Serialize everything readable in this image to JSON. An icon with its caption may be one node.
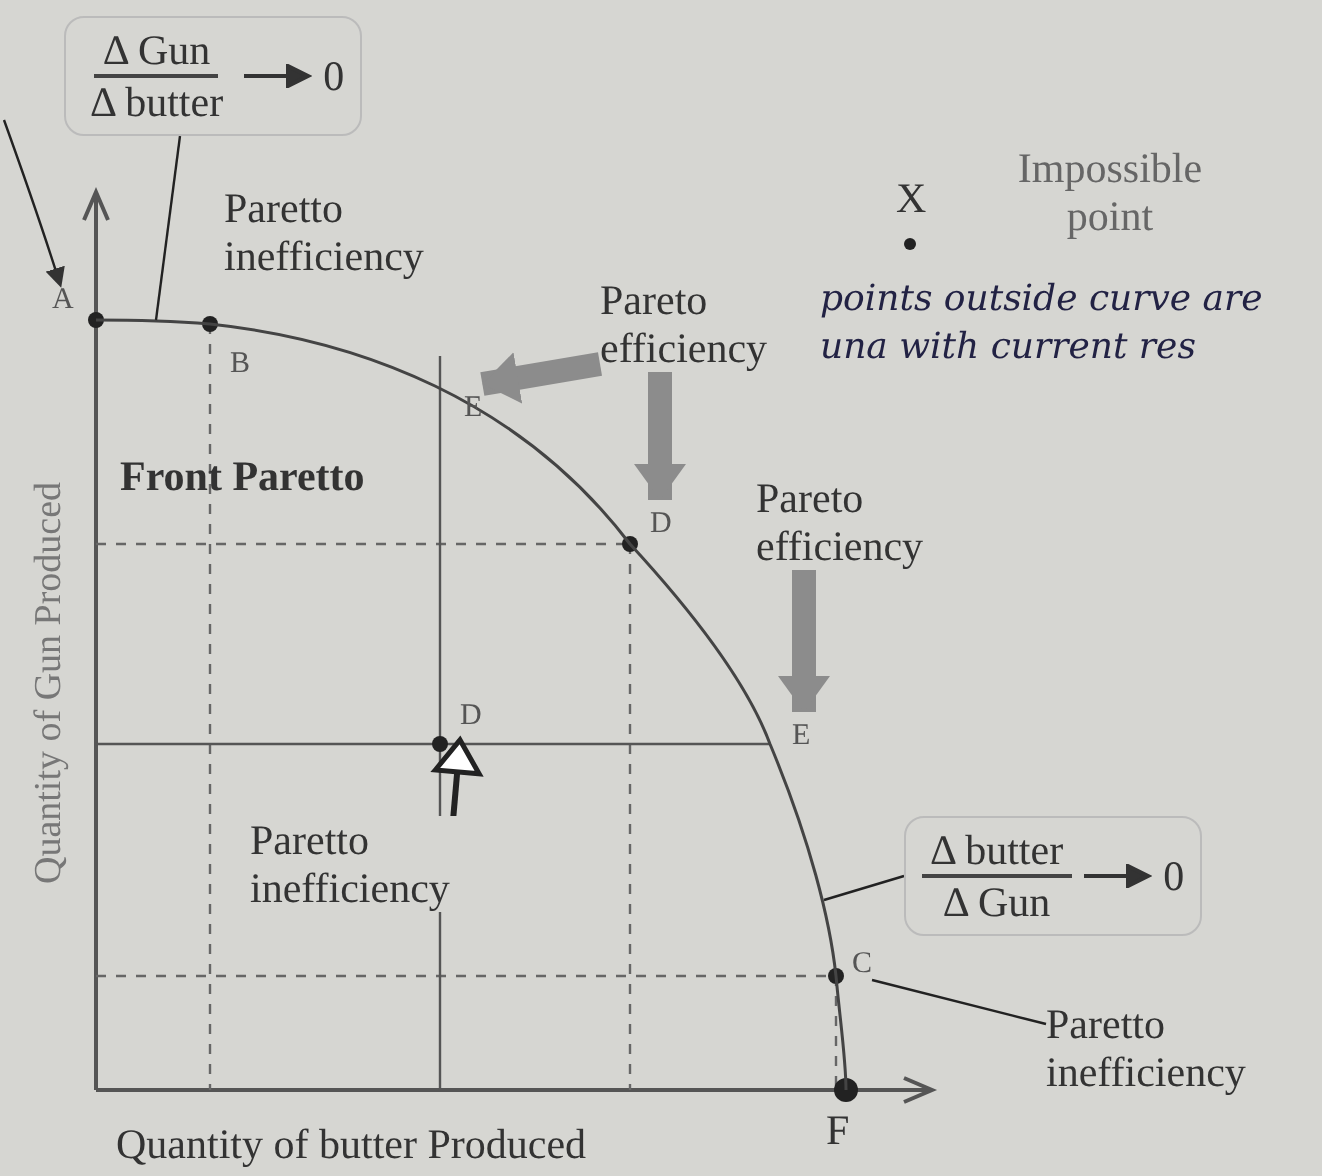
{
  "diagram": {
    "nodes": [
      {
        "text": [
          "Δ Gun",
          "Δ butter",
          "0"
        ]
      },
      {
        "text": [
          "A"
        ]
      },
      {
        "text": [
          "B"
        ]
      },
      {
        "text": [
          "E"
        ]
      },
      {
        "text": [
          "Pareto efficiency"
        ]
      },
      {
        "text": [
          "D"
        ]
      },
      {
        "text": [
          "Pareto efficiency"
        ]
      },
      {
        "text": [
          "E"
        ]
      },
      {
        "text": [
          "D"
        ]
      },
      {
        "text": [
          "Paretto inefficiency"
        ]
      },
      {
        "text": [
          "Δ butter",
          "Δ Gun",
          "0"
        ]
      },
      {
        "text": [
          "C"
        ]
      },
      {
        "text": [
          "Paretto inefficiency"
        ]
      },
      {
        "text": [
          "F"
        ]
      },
      {
        "text": [
          "X"
        ],
        "beside": [
          "Impossible point"
        ]
      }
    ],
    "edges": [
      {
        "from": 0,
        "to": null,
        "arrow": "none"
      },
      {
        "from": 4,
        "to": 3,
        "arrow": "to",
        "style": "thick",
        "color": "#8c8c8c"
      },
      {
        "from": 4,
        "to": 5,
        "arrow": "to",
        "style": "thick",
        "color": "#8c8c8c"
      },
      {
        "from": 6,
        "to": 7,
        "arrow": "to",
        "style": "thick",
        "color": "#8c8c8c"
      },
      {
        "from": 9,
        "to": 8,
        "arrow": "to",
        "style": "thick"
      },
      {
        "from": 10,
        "to": null,
        "arrow": "none"
      },
      {
        "from": 12,
        "to": 11,
        "arrow": "none"
      },
      {
        "from": null,
        "to": 1,
        "arrow": "to"
      }
    ],
    "labels": [
      "Paretto inefficiency",
      "Front Paretto",
      "points outside curve are una with current res",
      "Quantity of Gun Produced",
      "Quantity of butter Produced"
    ]
  }
}
